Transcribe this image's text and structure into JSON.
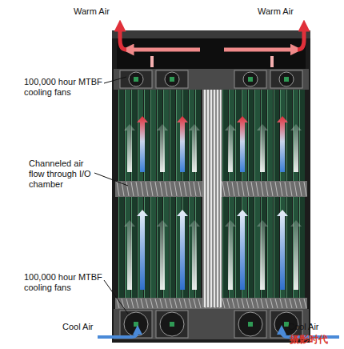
{
  "diagram": {
    "labels": [
      "Warm Air",
      "Warm Air",
      "100,000 hour MTBF cooling fans",
      "Channeled air flow through I/O chamber",
      "100,000 hour MTBF cooling fans",
      "Cool Air",
      "Cool Air",
      "摄影时代"
    ]
  }
}
